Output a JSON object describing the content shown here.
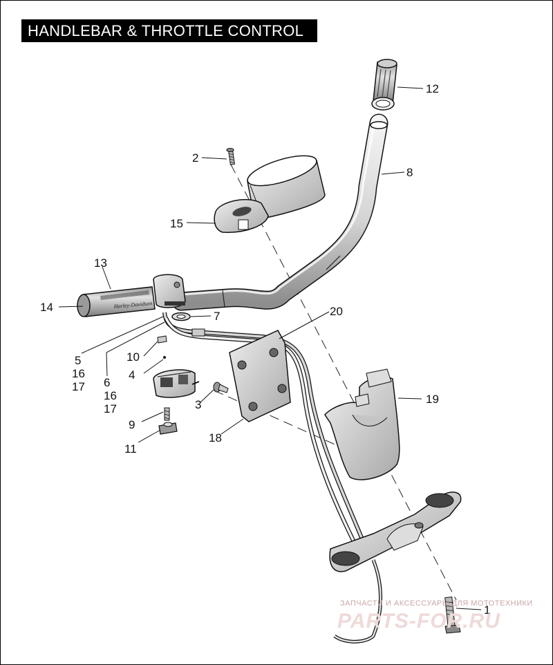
{
  "title": "HANDLEBAR & THROTTLE CONTROL",
  "callouts": [
    {
      "id": "c1",
      "label": "1"
    },
    {
      "id": "c2",
      "label": "2"
    },
    {
      "id": "c3",
      "label": "3"
    },
    {
      "id": "c4",
      "label": "4"
    },
    {
      "id": "c5",
      "label": "5"
    },
    {
      "id": "c5b",
      "label": "16"
    },
    {
      "id": "c5c",
      "label": "17"
    },
    {
      "id": "c6",
      "label": "6"
    },
    {
      "id": "c6b",
      "label": "16"
    },
    {
      "id": "c6c",
      "label": "17"
    },
    {
      "id": "c7",
      "label": "7"
    },
    {
      "id": "c8",
      "label": "8"
    },
    {
      "id": "c9",
      "label": "9"
    },
    {
      "id": "c10",
      "label": "10"
    },
    {
      "id": "c11",
      "label": "11"
    },
    {
      "id": "c12",
      "label": "12"
    },
    {
      "id": "c13",
      "label": "13"
    },
    {
      "id": "c14",
      "label": "14"
    },
    {
      "id": "c15",
      "label": "15"
    },
    {
      "id": "c18",
      "label": "18"
    },
    {
      "id": "c19",
      "label": "19"
    },
    {
      "id": "c20",
      "label": "20"
    }
  ],
  "grip_logo": "Harley-Davidson",
  "watermark": {
    "line1": "ЗАПЧАСТИ И АКСЕССУАРЫ ДЛЯ МОТОТЕХНИКИ",
    "line2": "PARTS-FOR.RU"
  },
  "colors": {
    "ink": "#111111",
    "shade": "#b8b8b8",
    "light": "#e6e6e6",
    "watermark": "#e9cccc"
  }
}
